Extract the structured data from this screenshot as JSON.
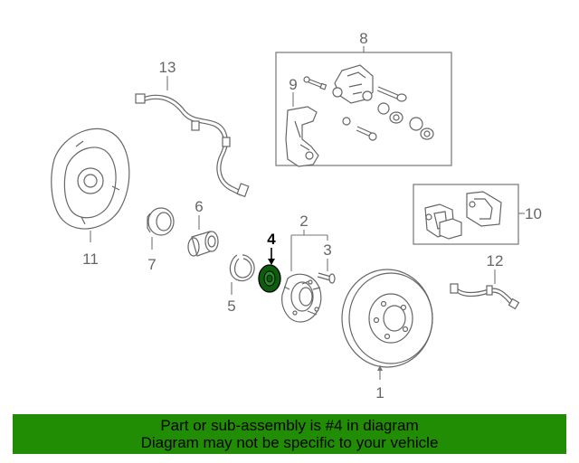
{
  "diagram": {
    "callouts": [
      {
        "id": "1",
        "label": "1"
      },
      {
        "id": "2",
        "label": "2"
      },
      {
        "id": "3",
        "label": "3"
      },
      {
        "id": "4",
        "label": "4",
        "highlighted": true
      },
      {
        "id": "5",
        "label": "5"
      },
      {
        "id": "6",
        "label": "6"
      },
      {
        "id": "7",
        "label": "7"
      },
      {
        "id": "8",
        "label": "8"
      },
      {
        "id": "9",
        "label": "9"
      },
      {
        "id": "10",
        "label": "10"
      },
      {
        "id": "11",
        "label": "11"
      },
      {
        "id": "12",
        "label": "12"
      },
      {
        "id": "13",
        "label": "13"
      }
    ],
    "highlight_color": "#0c5e0c",
    "line_color": "#666666"
  },
  "banner": {
    "line1": "Part or sub-assembly is #4 in diagram",
    "line2": "Diagram may not be specific to your vehicle",
    "background": "#218d04"
  }
}
